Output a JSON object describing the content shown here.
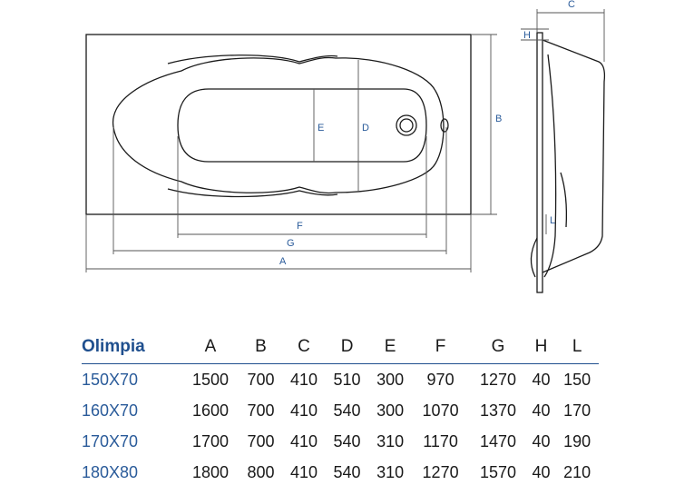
{
  "labels": {
    "A": "A",
    "B": "B",
    "C": "C",
    "D": "D",
    "E": "E",
    "F": "F",
    "G": "G",
    "H": "H",
    "L": "L"
  },
  "table": {
    "header": [
      "Olimpia",
      "A",
      "B",
      "C",
      "D",
      "E",
      "F",
      "G",
      "H",
      "L"
    ],
    "rows": [
      [
        "150X70",
        "1500",
        "700",
        "410",
        "510",
        "300",
        "970",
        "1270",
        "40",
        "150"
      ],
      [
        "160X70",
        "1600",
        "700",
        "410",
        "540",
        "300",
        "1070",
        "1370",
        "40",
        "170"
      ],
      [
        "170X70",
        "1700",
        "700",
        "410",
        "540",
        "310",
        "1170",
        "1470",
        "40",
        "190"
      ],
      [
        "180X80",
        "1800",
        "800",
        "410",
        "540",
        "310",
        "1270",
        "1570",
        "40",
        "210"
      ]
    ]
  },
  "colors": {
    "line": "#1a1a1a",
    "dimension": "#555555",
    "label": "#2a5b9a",
    "accent": "#1f4f8e"
  }
}
